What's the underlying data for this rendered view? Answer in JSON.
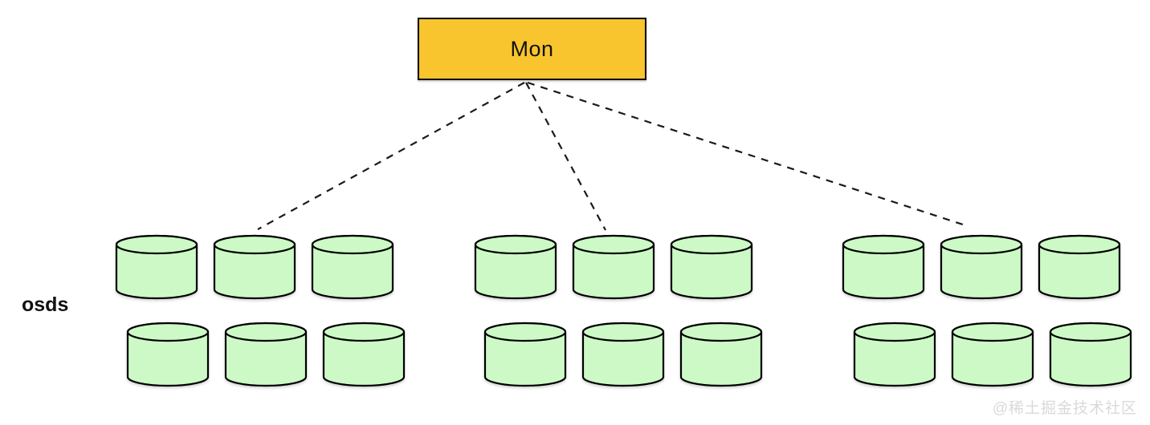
{
  "page": {
    "background": "#ffffff"
  },
  "diagram": {
    "mon_node": {
      "label": "Mon",
      "fill": "#F9C52E",
      "border": "#000000"
    },
    "osds_label": "osds",
    "cylinder": {
      "fill": "#CCF9C6",
      "border": "#000000"
    },
    "groups": [
      {
        "name": "osd-group-1",
        "top_row_count": 3,
        "bottom_row_count": 3
      },
      {
        "name": "osd-group-2",
        "top_row_count": 3,
        "bottom_row_count": 3
      },
      {
        "name": "osd-group-3",
        "top_row_count": 3,
        "bottom_row_count": 3
      }
    ],
    "connections": [
      {
        "from": "Mon",
        "to": "osd-group-1",
        "style": "dashed"
      },
      {
        "from": "Mon",
        "to": "osd-group-2",
        "style": "dashed"
      },
      {
        "from": "Mon",
        "to": "osd-group-3",
        "style": "dashed"
      }
    ]
  },
  "watermark": {
    "text": "@稀土掘金技术社区",
    "color": "#d9d9d9"
  }
}
